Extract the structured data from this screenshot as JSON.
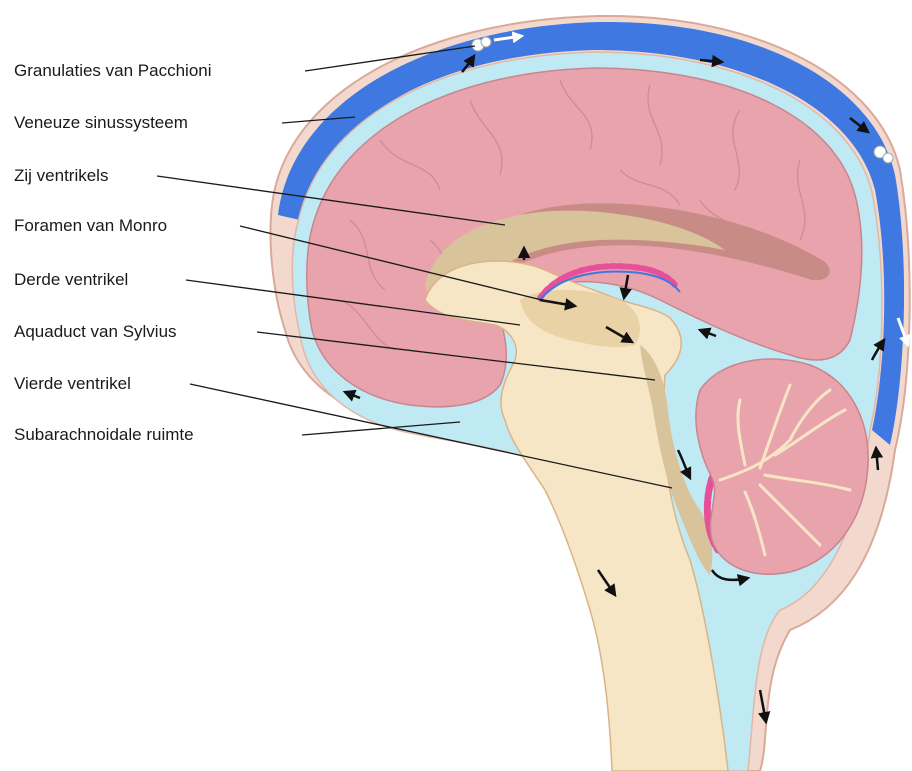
{
  "labels": [
    {
      "id": "granulations",
      "text": "Granulaties van Pacchioni"
    },
    {
      "id": "venous",
      "text": "Veneuze sinussysteem"
    },
    {
      "id": "lateral",
      "text": "Zij ventrikels"
    },
    {
      "id": "monro",
      "text": "Foramen van Monro"
    },
    {
      "id": "third",
      "text": "Derde ventrikel"
    },
    {
      "id": "aqueduct",
      "text": "Aquaduct van Sylvius"
    },
    {
      "id": "fourth",
      "text": "Vierde ventrikel"
    },
    {
      "id": "subarachnoid",
      "text": "Subarachnoidale ruimte"
    }
  ],
  "colors": {
    "venous_sinus": "#3f78e0",
    "csf": "#bfeaf3",
    "brain": "#e9a3ad",
    "ventricle": "#c98b86",
    "thalamus": "#d9c39a",
    "brainstem": "#f7e6c5",
    "choroid_plexus": "#e6509a",
    "membrane": "#e8b8a8"
  }
}
